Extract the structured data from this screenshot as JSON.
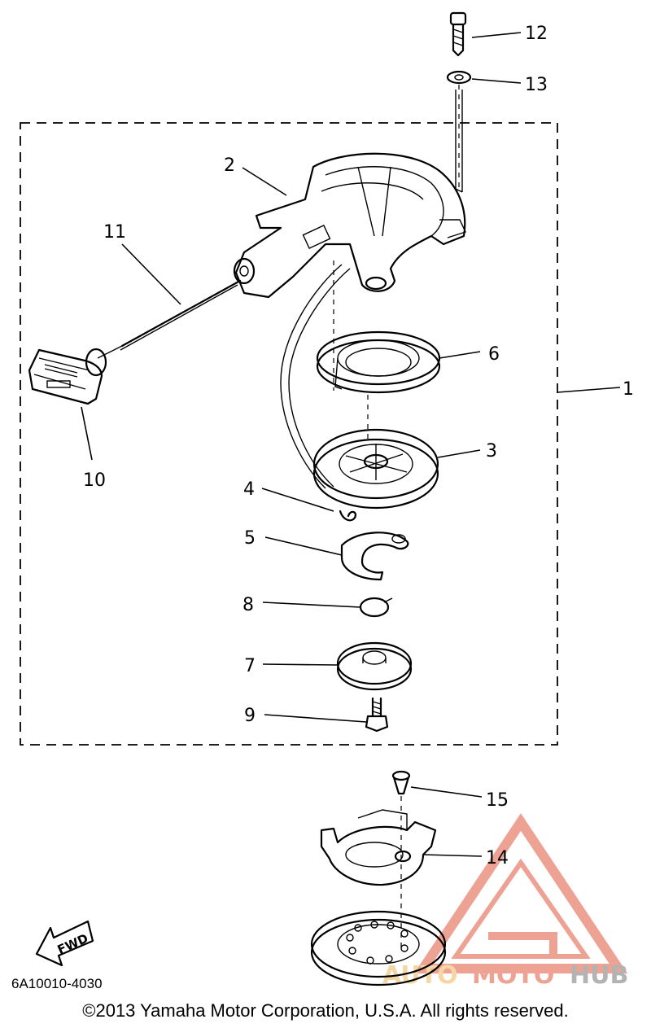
{
  "callouts": [
    "1",
    "2",
    "3",
    "4",
    "5",
    "6",
    "7",
    "8",
    "9",
    "10",
    "11",
    "12",
    "13",
    "14",
    "15"
  ],
  "fwd_label": "FWD",
  "drawing_id": "6A10010-4030",
  "copyright": "©2013 Yamaha Motor Corporation, U.S.A. All rights reserved.",
  "watermark": {
    "text_a": "AUTO",
    "text_b": "MOTO",
    "text_c": "HUB",
    "color_primary": "#e8836f",
    "color_gold": "#f2c987",
    "color_grey": "#9a9a9a"
  }
}
